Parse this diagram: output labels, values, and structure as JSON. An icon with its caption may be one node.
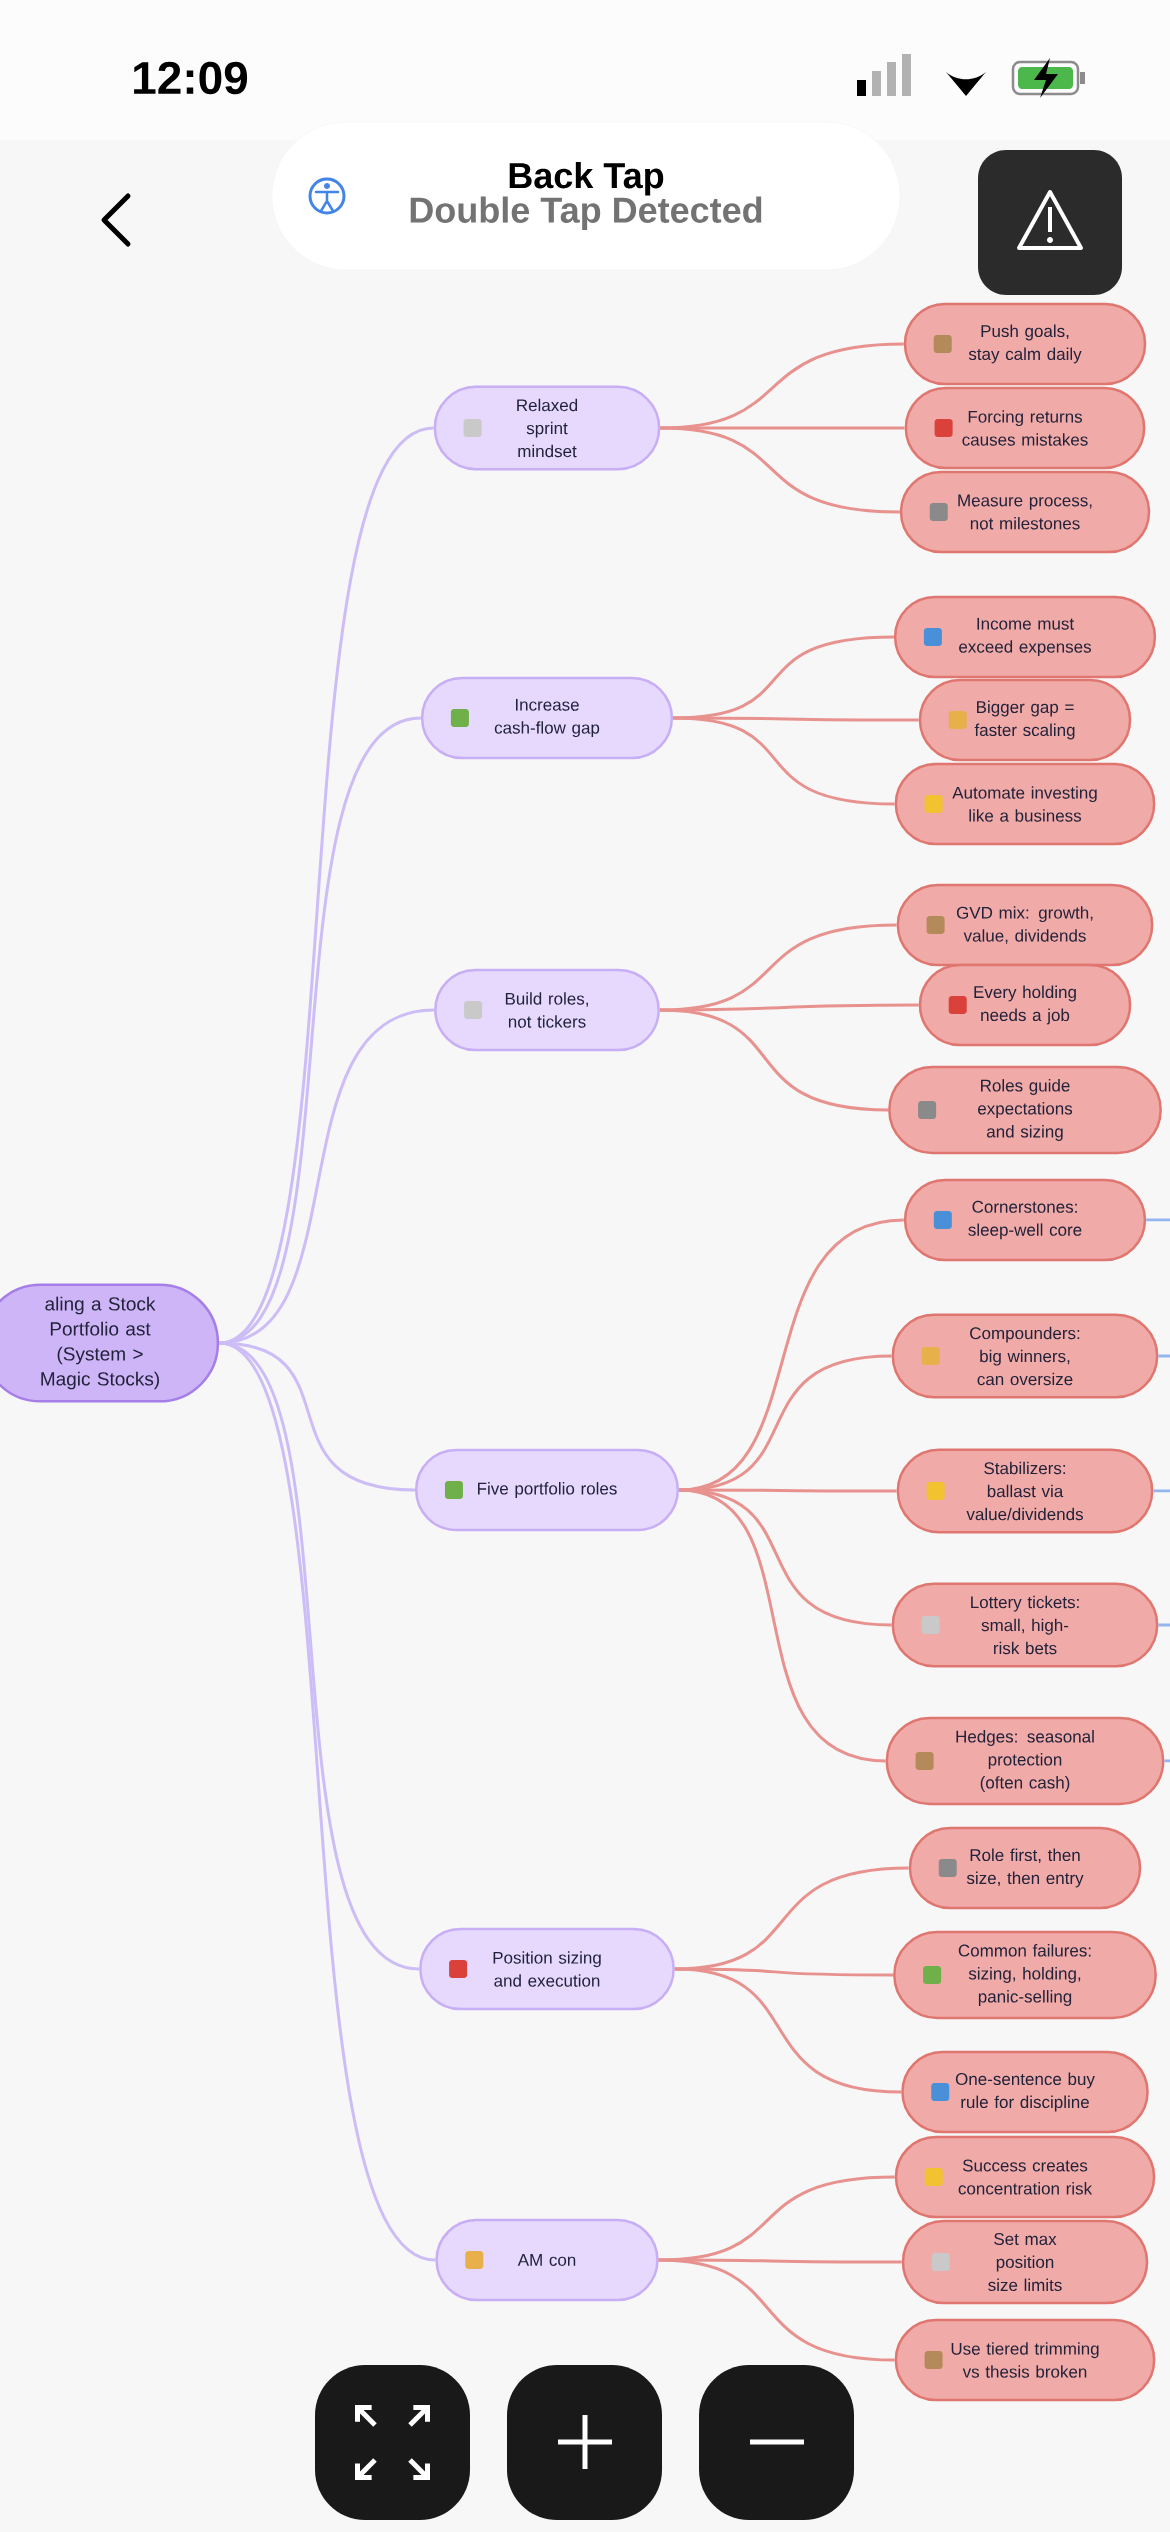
{
  "diagram": {
    "nodes": [
      {
        "text": [
          "Back Tap",
          "Double Tap Detected"
        ]
      },
      {
        "text": [
          "aling a Stock Portfolio ast (System > Magic Stocks)"
        ]
      },
      {
        "text": [
          "Relaxed sprint mindset"
        ]
      },
      {
        "text": [
          "Push goals, stay calm daily"
        ]
      },
      {
        "text": [
          "Forcing returns causes mistakes"
        ]
      },
      {
        "text": [
          "Measure process, not milestones"
        ]
      },
      {
        "text": [
          "Increase cash-flow gap"
        ]
      },
      {
        "text": [
          "Income must exceed expenses"
        ]
      },
      {
        "text": [
          "Bigger gap = faster scaling"
        ]
      },
      {
        "text": [
          "Automate investing like a business"
        ]
      },
      {
        "text": [
          "Build roles, not tickers"
        ]
      },
      {
        "text": [
          "GVD mix: growth, value, dividends"
        ]
      },
      {
        "text": [
          "Every holding needs a job"
        ]
      },
      {
        "text": [
          "Roles guide expectations and sizing"
        ]
      },
      {
        "text": [
          "Five portfolio roles"
        ]
      },
      {
        "text": [
          "Cornerstones: sleep-well core"
        ]
      },
      {
        "text": [
          "Compounders: big winners, can oversize"
        ]
      },
      {
        "text": [
          "Stabilizers: ballast via value/dividends"
        ]
      },
      {
        "text": [
          "Lottery tickets: small, high-risk bets"
        ]
      },
      {
        "text": [
          "Hedges: seasonal protection (often cash)"
        ]
      },
      {
        "text": [
          "Position sizing and execution"
        ]
      },
      {
        "text": [
          "Role first, then size, then entry"
        ]
      },
      {
        "text": [
          "Common failures: sizing, holding, panic-selling"
        ]
      },
      {
        "text": [
          "One-sentence buy rule for discipline"
        ]
      },
      {
        "text": [
          "AM con"
        ]
      },
      {
        "text": [
          "Success creates concentration risk"
        ]
      },
      {
        "text": [
          "Set max position size limits"
        ]
      },
      {
        "text": [
          "Use tiered trimming vs thesis broken"
        ]
      }
    ],
    "edges": [
      {
        "from": 1,
        "to": 2,
        "arrow": "none",
        "color": "#cdbdf6"
      },
      {
        "from": 1,
        "to": 6,
        "arrow": "none",
        "color": "#cdbdf6"
      },
      {
        "from": 1,
        "to": 10,
        "arrow": "none",
        "color": "#cdbdf6"
      },
      {
        "from": 1,
        "to": 14,
        "arrow": "none",
        "color": "#cdbdf6"
      },
      {
        "from": 1,
        "to": 20,
        "arrow": "none",
        "color": "#cdbdf6"
      },
      {
        "from": 1,
        "to": 24,
        "arrow": "none",
        "color": "#cdbdf6"
      },
      {
        "from": 2,
        "to": 3,
        "arrow": "none"
      },
      {
        "from": 2,
        "to": 4,
        "arrow": "none"
      },
      {
        "from": 2,
        "to": 5,
        "arrow": "none"
      },
      {
        "from": 6,
        "to": 7,
        "arrow": "none"
      },
      {
        "from": 6,
        "to": 8,
        "arrow": "none"
      },
      {
        "from": 6,
        "to": 9,
        "arrow": "none"
      },
      {
        "from": 10,
        "to": 11,
        "arrow": "none"
      },
      {
        "from": 10,
        "to": 12,
        "arrow": "none"
      },
      {
        "from": 10,
        "to": 13,
        "arrow": "none"
      },
      {
        "from": 14,
        "to": 15,
        "arrow": "none"
      },
      {
        "from": 14,
        "to": 16,
        "arrow": "none"
      },
      {
        "from": 14,
        "to": 17,
        "arrow": "none"
      },
      {
        "from": 14,
        "to": 18,
        "arrow": "none"
      },
      {
        "from": 14,
        "to": 19,
        "arrow": "none"
      },
      {
        "from": 20,
        "to": 21,
        "arrow": "none"
      },
      {
        "from": 20,
        "to": 22,
        "arrow": "none"
      },
      {
        "from": 20,
        "to": 23,
        "arrow": "none"
      },
      {
        "from": 24,
        "to": 25,
        "arrow": "none"
      },
      {
        "from": 24,
        "to": 26,
        "arrow": "none"
      },
      {
        "from": 24,
        "to": 27,
        "arrow": "none"
      },
      {
        "from": 15,
        "to": null,
        "arrow": "none",
        "color": "#93b6f2"
      },
      {
        "from": 16,
        "to": null,
        "arrow": "none",
        "color": "#93b6f2"
      },
      {
        "from": 17,
        "to": null,
        "arrow": "none",
        "color": "#93b6f2"
      },
      {
        "from": 18,
        "to": null,
        "arrow": "none",
        "color": "#93b6f2"
      },
      {
        "from": 19,
        "to": null,
        "arrow": "none",
        "color": "#93b6f2"
      }
    ],
    "labels": [
      "12:09"
    ]
  }
}
